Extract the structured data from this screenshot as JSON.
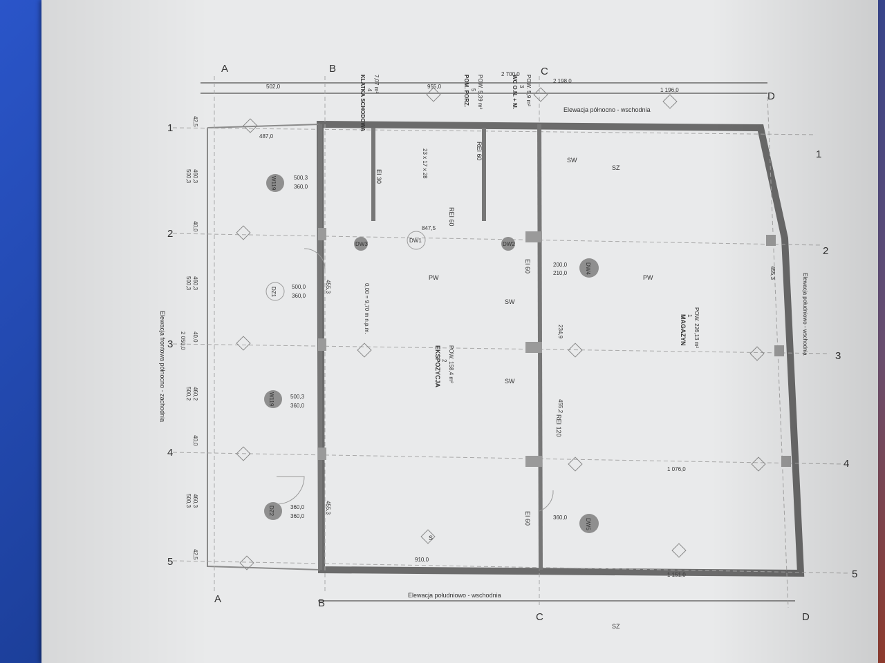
{
  "cover": {
    "title_fragment": "Mistrz"
  },
  "axes": {
    "letters": [
      "A",
      "B",
      "C",
      "D"
    ],
    "numbers": [
      "1",
      "2",
      "3",
      "4",
      "5"
    ]
  },
  "elevations": {
    "north_east": "Elewacja północno - wschodnia",
    "south_west": "Elewacja południowo - wschodnia",
    "front": "Elewacja frontowa północno - zachodnia",
    "south_east": "Elewacja południowo - wschodnia"
  },
  "rooms": [
    {
      "name": "MAGAZYN",
      "num": "1",
      "area": "POW. 226,13 m²"
    },
    {
      "name": "EKSPOZYCJA",
      "num": "2",
      "area": "POW. 158,4 m²"
    },
    {
      "name": "WC O.N. + M.",
      "num": "3",
      "area": "POW. 5,9 m²"
    },
    {
      "name": "KLATKA SCHODOWA",
      "num": "4",
      "area": "7,07 m²"
    },
    {
      "name": "POM. PORZ.",
      "num": "5",
      "area": "POW. 5,39 m²"
    }
  ],
  "level_note": "0,00 = 9,70 m n.p.m.",
  "stair_note": "23 x 17 x 28",
  "fire_ratings": [
    "REI 60",
    "EI 30",
    "REI 60",
    "EI 60",
    "REI 120",
    "EI 60"
  ],
  "doors_windows": [
    "W119",
    "W119",
    "DZ1",
    "DZ2",
    "DW1",
    "DW2",
    "DW3",
    "DW4",
    "DW5"
  ],
  "dims_top": [
    "502,0",
    "955,0",
    "2 700,0",
    "2 198,0",
    "1 196,0"
  ],
  "dims_side": [
    "42,5",
    "460,3",
    "500,3",
    "40,0",
    "460,3",
    "500,3",
    "2 050,0",
    "40,0",
    "460,2",
    "500,2",
    "40,0",
    "460,3",
    "500,3",
    "42,5"
  ],
  "dims_misc": [
    "487,0",
    "500,3",
    "360,0",
    "500,0",
    "360,0",
    "500,3",
    "360,0",
    "360,0",
    "360,0",
    "455,3",
    "455,3",
    "455,2",
    "455,3",
    "847,5",
    "910,0",
    "1 076,0",
    "1 151,0",
    "200,0",
    "210,0",
    "234,9",
    "360,0"
  ],
  "section_marks": [
    "S",
    "SW",
    "PW",
    "SZ"
  ]
}
